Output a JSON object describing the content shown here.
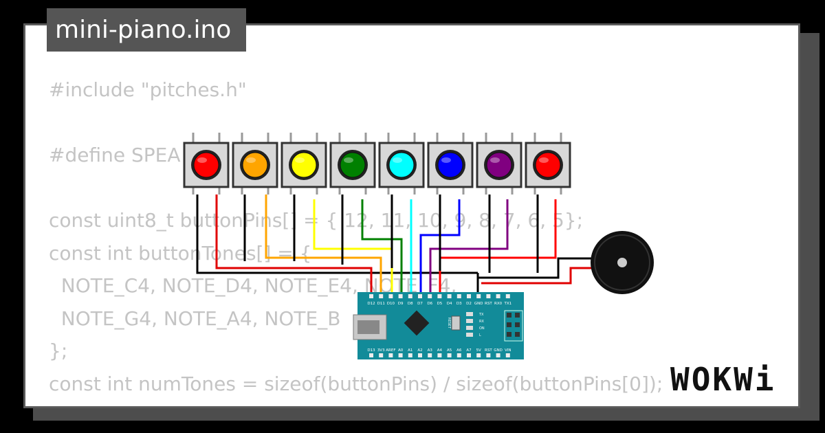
{
  "file_tab": {
    "title": "mini-piano.ino"
  },
  "code_lines": [
    "#include \"pitches.h\"",
    "",
    "#define SPEA",
    "",
    "const uint8_t buttonPins[] = { 12, 11, 10, 9, 8, 7, 6, 5};",
    "const int buttonTones[] = {",
    "  NOTE_C4, NOTE_D4, NOTE_E4, NOTE_F4,",
    "  NOTE_G4, NOTE_A4, NOTE_B",
    "};",
    "const int numTones = sizeof(buttonPins) / sizeof(buttonPins[0]);"
  ],
  "buttons": [
    {
      "color_name": "red",
      "color": "#ff0000"
    },
    {
      "color_name": "orange",
      "color": "#ffa500"
    },
    {
      "color_name": "yellow",
      "color": "#ffff00"
    },
    {
      "color_name": "green",
      "color": "#008000"
    },
    {
      "color_name": "cyan",
      "color": "#00ffff"
    },
    {
      "color_name": "blue",
      "color": "#0000ff"
    },
    {
      "color_name": "purple",
      "color": "#800080"
    },
    {
      "color_name": "red",
      "color": "#ff0000"
    }
  ],
  "board": {
    "top_pin_labels": [
      "D12",
      "D11",
      "D10",
      "D9",
      "D8",
      "D7",
      "D6",
      "D5",
      "D4",
      "D3",
      "D2",
      "GND",
      "RST",
      "RX0",
      "TX1"
    ],
    "bottom_pin_labels": [
      "D13",
      "3V3",
      "AREF",
      "A0",
      "A1",
      "A2",
      "A3",
      "A4",
      "A5",
      "A6",
      "A7",
      "5V",
      "RST",
      "GND",
      "VIN"
    ],
    "reset_label": "RESET",
    "led_labels": [
      "TX",
      "RX",
      "ON",
      "L"
    ]
  },
  "brand": {
    "logo_text": "WOKWi"
  },
  "colors": {
    "board": "#128b99",
    "wire_black": "#000000",
    "wire_red": "#e00000",
    "code_text": "#c4c4c4"
  }
}
